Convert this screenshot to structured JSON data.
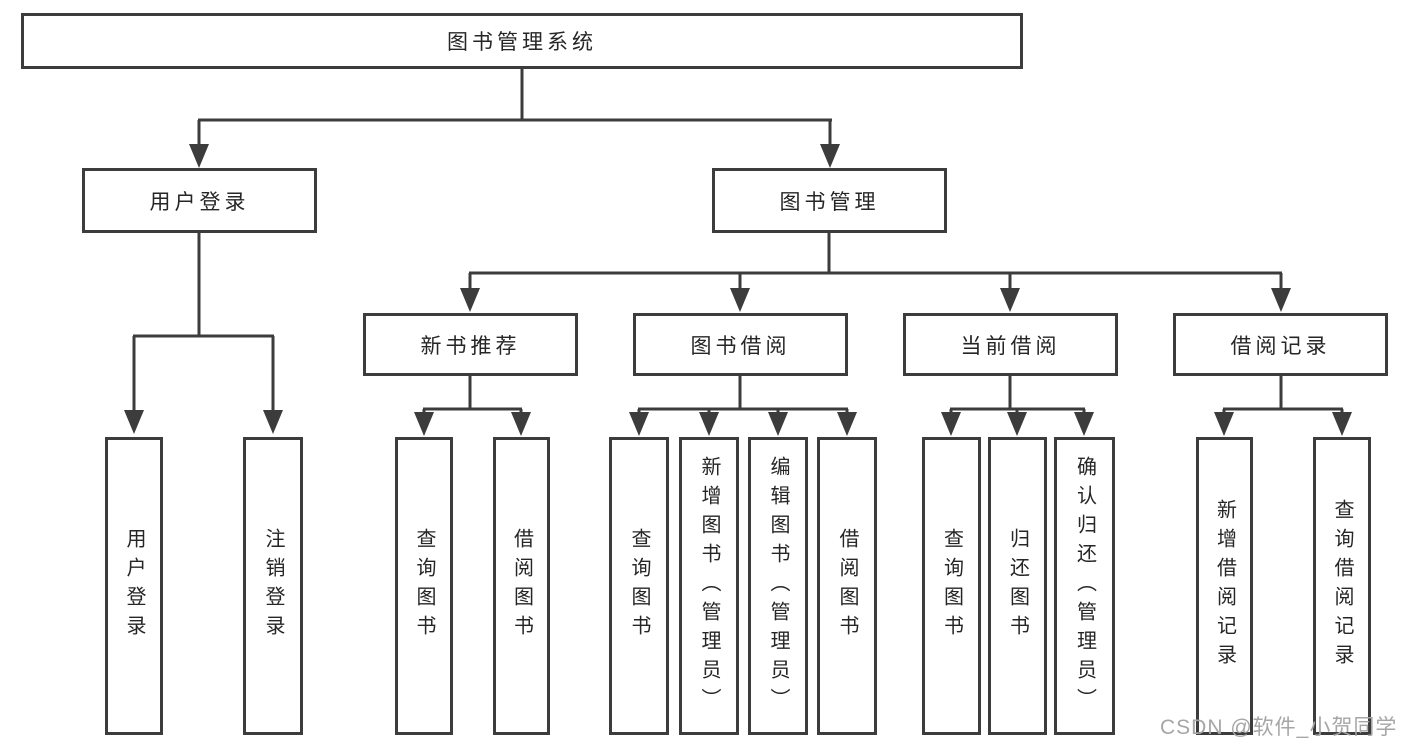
{
  "tree": {
    "label": "图书管理系统",
    "children": [
      {
        "label": "用户登录",
        "children": [
          {
            "label": "用户登录"
          },
          {
            "label": "注销登录"
          }
        ]
      },
      {
        "label": "图书管理",
        "children": [
          {
            "label": "新书推荐",
            "children": [
              {
                "label": "查询图书"
              },
              {
                "label": "借阅图书"
              }
            ]
          },
          {
            "label": "图书借阅",
            "children": [
              {
                "label": "查询图书"
              },
              {
                "label": "新增图书（管理员）"
              },
              {
                "label": "编辑图书（管理员）"
              },
              {
                "label": "借阅图书"
              }
            ]
          },
          {
            "label": "当前借阅",
            "children": [
              {
                "label": "查询图书"
              },
              {
                "label": "归还图书"
              },
              {
                "label": "确认归还（管理员）"
              }
            ]
          },
          {
            "label": "借阅记录",
            "children": [
              {
                "label": "新增借阅记录"
              },
              {
                "label": "查询借阅记录"
              }
            ]
          }
        ]
      }
    ]
  },
  "watermark": {
    "text": "CSDN @软件_小贺同学"
  },
  "colors": {
    "line": "#3c3c3c",
    "border": "#3c3c3c",
    "text": "#262626",
    "watermark": "#a6a6a6",
    "bg": "#ffffff"
  }
}
